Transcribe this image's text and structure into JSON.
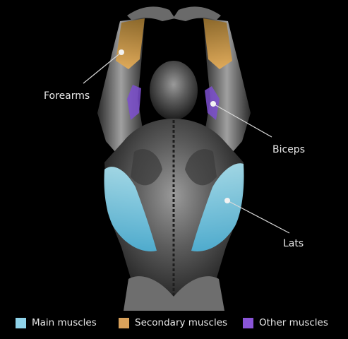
{
  "labels": {
    "forearms": "Forearms",
    "biceps": "Biceps",
    "lats": "Lats"
  },
  "legend": {
    "main": {
      "label": "Main muscles",
      "color": "#8fd3ea"
    },
    "secondary": {
      "label": "Secondary muscles",
      "color": "#d9a15a"
    },
    "other": {
      "label": "Other muscles",
      "color": "#8a55d8"
    }
  }
}
